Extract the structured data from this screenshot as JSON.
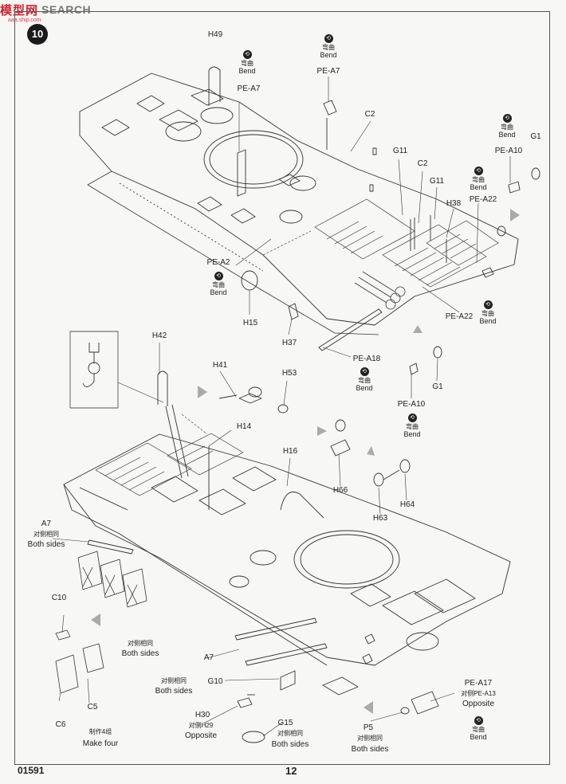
{
  "watermark": {
    "main": "模型网",
    "search": "SEARCH",
    "url": "aaa.ship.com"
  },
  "step_number": "10",
  "footer": {
    "code": "01591",
    "page": "12"
  },
  "bend": {
    "cn": "弯曲",
    "en": "Bend"
  },
  "top": {
    "h49": "H49",
    "pe_a7_a": "PE-A7",
    "pe_a7_b": "PE-A7",
    "c2_a": "C2",
    "g11_a": "G11",
    "c2_b": "C2",
    "g11_b": "G11",
    "h38": "H38",
    "pe_a10_a": "PE-A10",
    "g1_a": "G1",
    "pe_a22_a": "PE-A22",
    "pe_a2": "PE-A2",
    "h15": "H15",
    "h37": "H37",
    "pe_a22_b": "PE-A22",
    "pe_a18": "PE-A18",
    "g1_b": "G1",
    "pe_a10_b": "PE-A10"
  },
  "bottom": {
    "h42": "H42",
    "h41": "H41",
    "h53": "H53",
    "h14": "H14",
    "h16": "H16",
    "h66": "H66",
    "h63": "H63",
    "h64": "H64",
    "a7_a": "A7",
    "both_cn": "对侧相同",
    "both_en": "Both sides",
    "c10": "C10",
    "c6": "C6",
    "c5": "C5",
    "make_cn": "制作4组",
    "make_en": "Make four",
    "a7_b": "A7",
    "g10": "G10",
    "h30": "H30",
    "h29": "对侧H29",
    "opposite": "Opposite",
    "g15": "G15",
    "p5": "P5",
    "pe_a17": "PE-A17",
    "pe_a13": "对侧PE-A13"
  },
  "icons": [
    "step-badge",
    "bend-icon",
    "direction-arrow",
    "hook-detail-icon"
  ]
}
